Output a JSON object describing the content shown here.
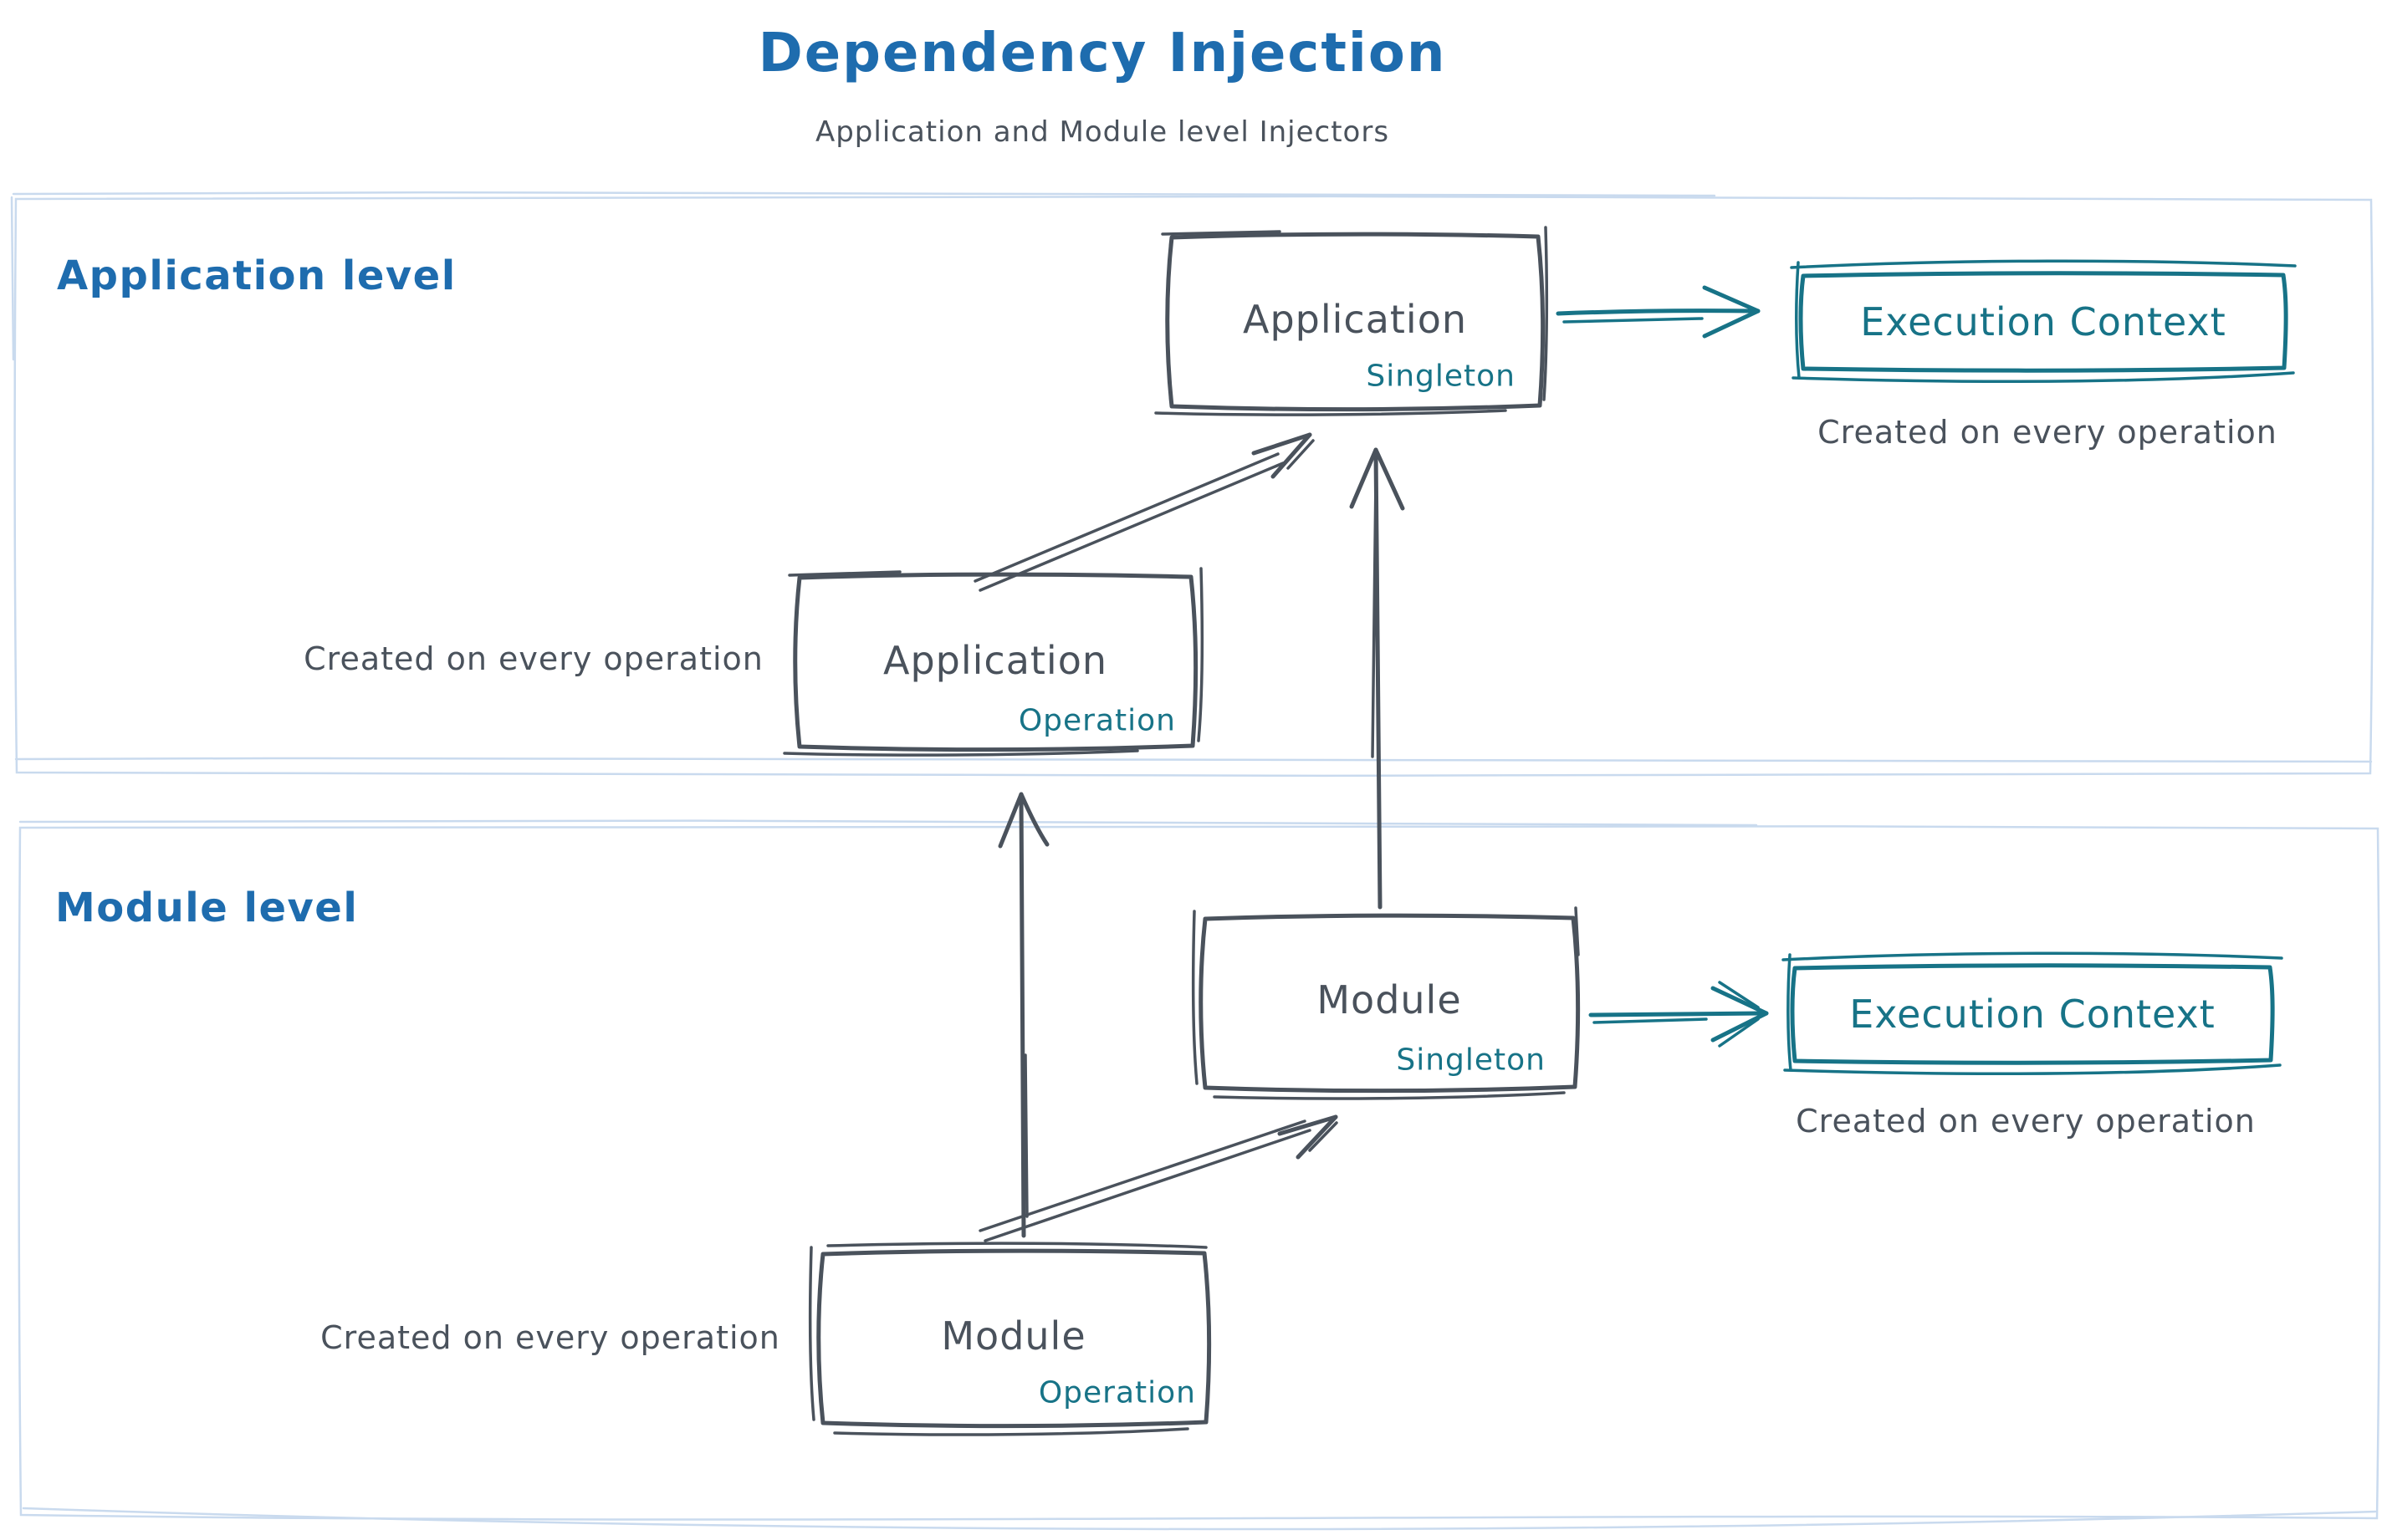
{
  "page": {
    "title": "Dependency Injection",
    "subtitle": "Application and Module level Injectors"
  },
  "colors": {
    "title_blue": "#1e6cae",
    "teal": "#177387",
    "ink": "#4a525c",
    "frame_blue": "#c9daee",
    "background": "#ffffff"
  },
  "sections": {
    "application": {
      "label": "Application level"
    },
    "module": {
      "label": "Module level"
    }
  },
  "nodes": {
    "app_singleton": {
      "title": "Application",
      "tag": "Singleton"
    },
    "app_operation": {
      "title": "Application",
      "tag": "Operation"
    },
    "module_singleton": {
      "title": "Module",
      "tag": "Singleton"
    },
    "module_operation": {
      "title": "Module",
      "tag": "Operation"
    },
    "exec_context_app": {
      "title": "Execution Context"
    },
    "exec_context_module": {
      "title": "Execution Context"
    }
  },
  "annotations": {
    "exec_app_note": "Created on every operation",
    "exec_module_note": "Created on every operation",
    "app_operation_note": "Created on every operation",
    "module_operation_note": "Created on every operation"
  }
}
